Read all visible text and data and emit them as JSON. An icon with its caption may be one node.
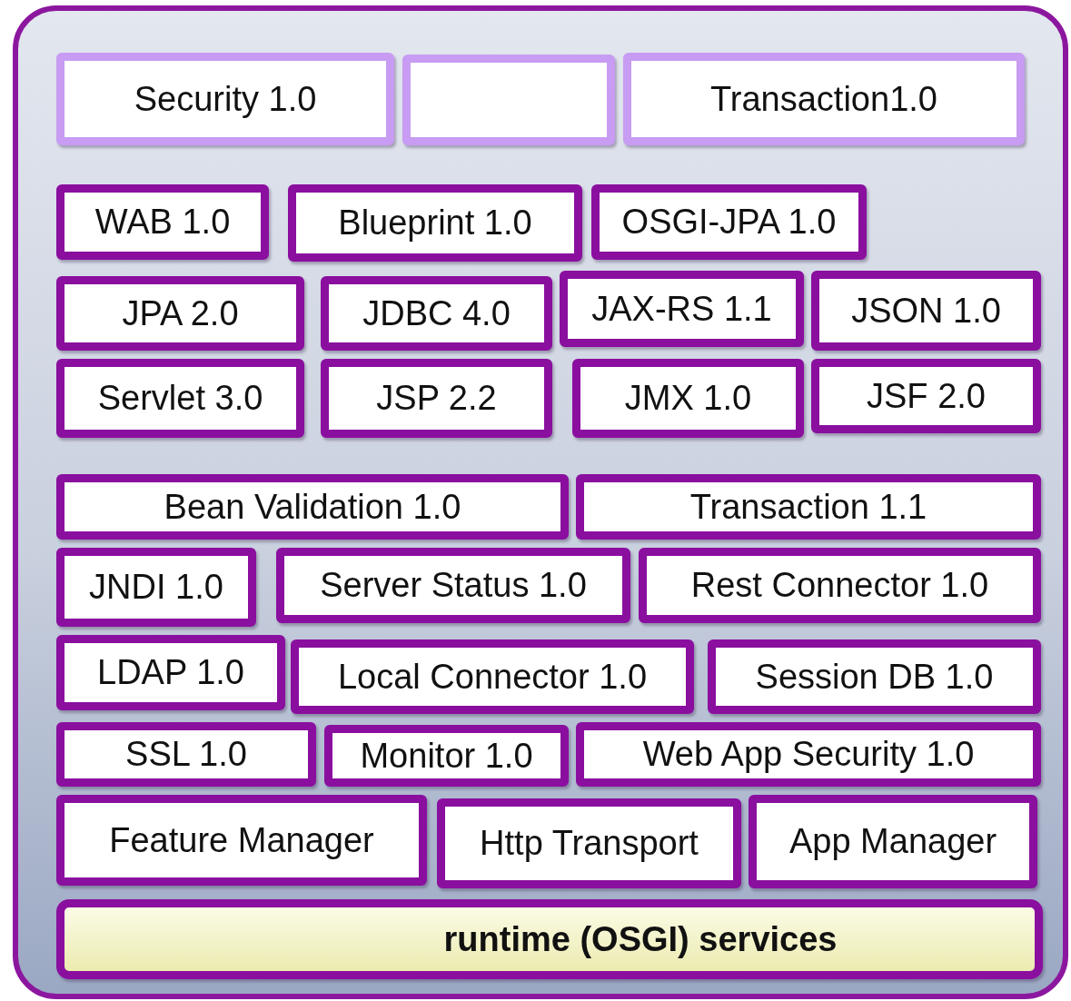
{
  "diagram": {
    "nodes": [
      {
        "text": [],
        "shape": "box"
      },
      {
        "text": [
          "Security 1.0"
        ],
        "in": 0
      },
      {
        "text": [],
        "shape": "box",
        "in": 0
      },
      {
        "text": [
          "Transaction1.0"
        ],
        "in": 0
      },
      {
        "text": [
          "WAB 1.0"
        ],
        "in": 0
      },
      {
        "text": [
          "Blueprint 1.0"
        ],
        "in": 0
      },
      {
        "text": [
          "OSGI-JPA 1.0"
        ],
        "in": 0
      },
      {
        "text": [
          "JPA 2.0"
        ],
        "in": 0
      },
      {
        "text": [
          "JDBC 4.0"
        ],
        "in": 0
      },
      {
        "text": [
          "JAX-RS 1.1"
        ],
        "in": 0
      },
      {
        "text": [
          "JSON 1.0"
        ],
        "in": 0
      },
      {
        "text": [
          "Servlet 3.0"
        ],
        "in": 0
      },
      {
        "text": [
          "JSP 2.2"
        ],
        "in": 0
      },
      {
        "text": [
          "JMX 1.0"
        ],
        "in": 0
      },
      {
        "text": [
          "JSF 2.0"
        ],
        "in": 0
      },
      {
        "text": [
          "Bean Validation 1.0"
        ],
        "in": 0
      },
      {
        "text": [
          "Transaction 1.1"
        ],
        "in": 0
      },
      {
        "text": [
          "JNDI 1.0"
        ],
        "in": 0
      },
      {
        "text": [
          "Server Status 1.0"
        ],
        "in": 0
      },
      {
        "text": [
          "Rest Connector 1.0"
        ],
        "in": 0
      },
      {
        "text": [
          "LDAP 1.0"
        ],
        "in": 0
      },
      {
        "text": [
          "Local Connector 1.0"
        ],
        "in": 0
      },
      {
        "text": [
          "Session DB 1.0"
        ],
        "in": 0
      },
      {
        "text": [
          "SSL 1.0"
        ],
        "in": 0
      },
      {
        "text": [
          "Monitor 1.0"
        ],
        "in": 0
      },
      {
        "text": [
          "Web App Security 1.0"
        ],
        "in": 0
      },
      {
        "text": [
          "Feature Manager"
        ],
        "in": 0
      },
      {
        "text": [
          "Http Transport"
        ],
        "in": 0
      },
      {
        "text": [
          "App Manager"
        ],
        "in": 0
      },
      {
        "text": [
          "runtime (OSGI) services"
        ],
        "in": 0
      }
    ]
  }
}
